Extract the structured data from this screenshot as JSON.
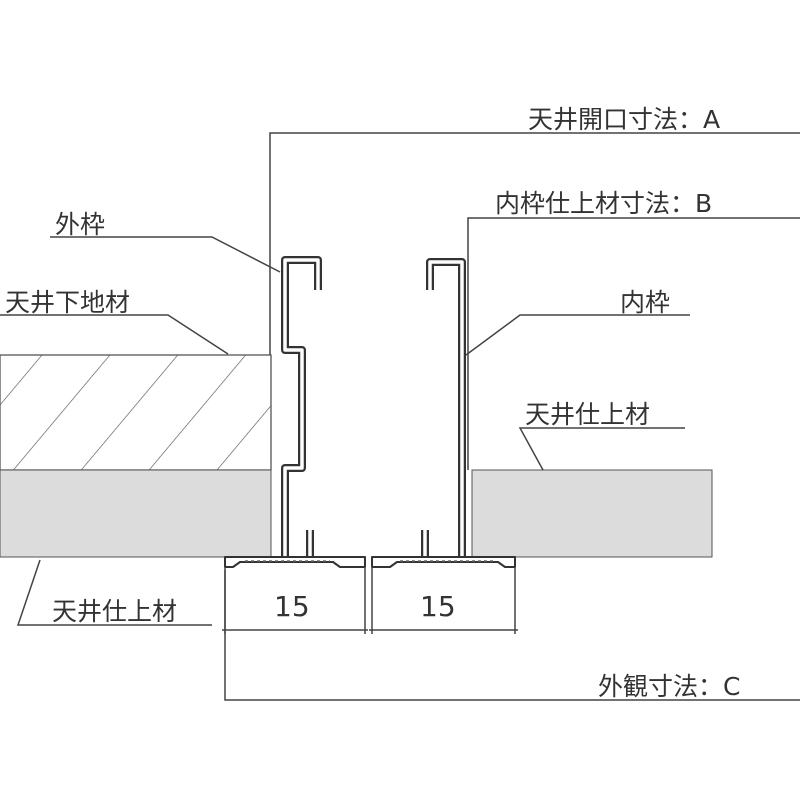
{
  "labels": {
    "dim_a": "天井開口寸法：A",
    "dim_b": "内枠仕上材寸法：B",
    "dim_c": "外観寸法：C",
    "outer_frame": "外枠",
    "inner_frame": "内枠",
    "ceiling_base": "天井下地材",
    "ceiling_finish_right": "天井仕上材",
    "ceiling_finish_left": "天井仕上材",
    "width_left": "15",
    "width_right": "15"
  },
  "colors": {
    "line": "#333333",
    "board": "#dcdcdc",
    "hatch": "#555555"
  }
}
